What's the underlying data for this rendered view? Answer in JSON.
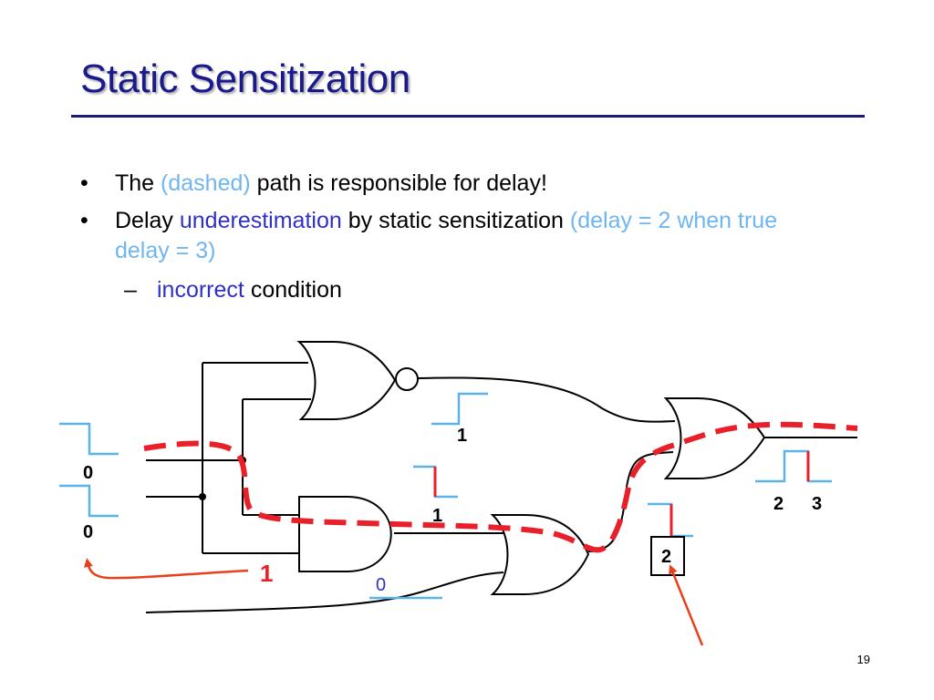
{
  "slide": {
    "title": "Static Sensitization",
    "page_number": "19"
  },
  "bullets": [
    {
      "parts": [
        "The",
        "(dashed)",
        "path is responsible for delay!"
      ]
    },
    {
      "parts": [
        "Delay",
        "underestimation",
        "by static sensitization",
        "(delay = 2 when true delay = 3)"
      ]
    }
  ],
  "sub_bullet": {
    "dash": "–",
    "parts": [
      "incorrect",
      "condition"
    ]
  },
  "bullet_glyph": "•",
  "diagram": {
    "labels": {
      "input_a_value": "0",
      "input_b_value": "0",
      "sensitized_value": "1",
      "or_input_value": "0",
      "nor_output_value": "1",
      "and_output_value": "1",
      "delay_box": "2",
      "out_time_1": "2",
      "out_time_2": "3"
    },
    "colors": {
      "title": "#1a1a8c",
      "wire": "#000000",
      "dashed_path": "#e8202a",
      "waveform": "#5ab4e8",
      "arrow": "#e8401a",
      "emphasis_blue": "#3030c8",
      "light_blue_text": "#6fb6f0"
    }
  }
}
